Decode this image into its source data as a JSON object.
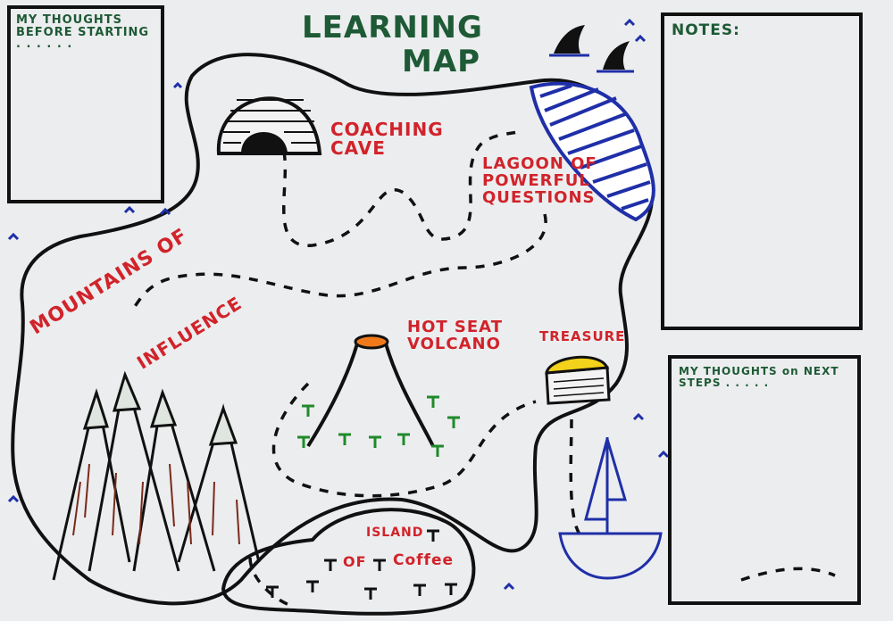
{
  "title": {
    "line1": "LEARNING",
    "line2": "MAP"
  },
  "panels": {
    "before": "MY THOUGHTS\nBEFORE STARTING\n. . . . . .",
    "notes": "NOTES:",
    "next": "MY THOUGHTS on NEXT\nSTEPS . . . . ."
  },
  "places": {
    "cave": "COACHING\nCAVE",
    "lagoon": "LAGOON OF\nPOWERFUL\nQUESTIONS",
    "volcano": "HOT SEAT\nVOLCANO",
    "treasure": "TREASURE",
    "mountains_1": "MOUNTAINS OF",
    "mountains_2": "INFLUENCE",
    "island_1": "ISLAND",
    "island_2": "OF",
    "island_3": "Coffee"
  },
  "colors": {
    "ink": "#111111",
    "green": "#1d5a35",
    "red": "#d1232a",
    "blue": "#1f2fa8",
    "lava": "#f07a1a",
    "gold": "#f2d21a",
    "palm": "#1f8a2a"
  }
}
